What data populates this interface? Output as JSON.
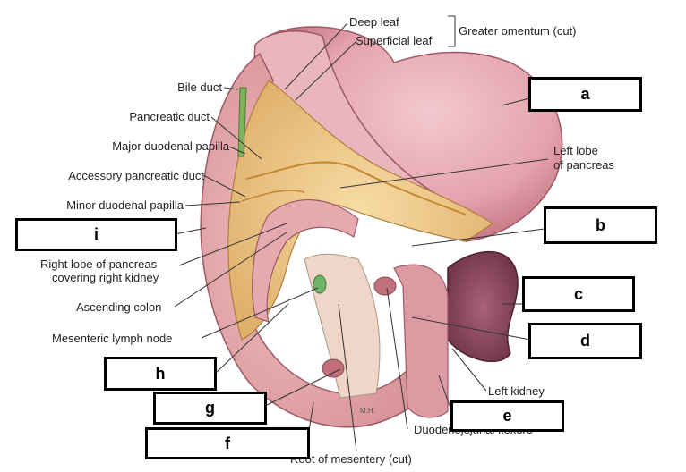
{
  "labels": {
    "deep_leaf": "Deep leaf",
    "superficial_leaf": "Superficial leaf",
    "greater_omentum": "Greater omentum (cut)",
    "bile_duct": "Bile duct",
    "pancreatic_duct": "Pancreatic duct",
    "major_duodenal_papilla": "Major duodenal papilla",
    "accessory_pancreatic_duct": "Accessory pancreatic duct",
    "minor_duodenal_papilla": "Minor duodenal papilla",
    "left_lobe_line1": "Left lobe",
    "left_lobe_line2": "of pancreas",
    "right_lobe_line1": "Right lobe of pancreas",
    "right_lobe_line2": "covering right kidney",
    "ascending_colon": "Ascending colon",
    "mesenteric_lymph_node": "Mesenteric lymph node",
    "left_kidney": "Left kidney",
    "duodenojejunal_flexure": "Duodenojejunal flexure",
    "root_of_mesentery": "Root of mesentery (cut)",
    "signature": "M.H."
  },
  "answer_boxes": {
    "a": "a",
    "b": "b",
    "c": "c",
    "d": "d",
    "e": "e",
    "f": "f",
    "g": "g",
    "h": "h",
    "i": "i"
  }
}
